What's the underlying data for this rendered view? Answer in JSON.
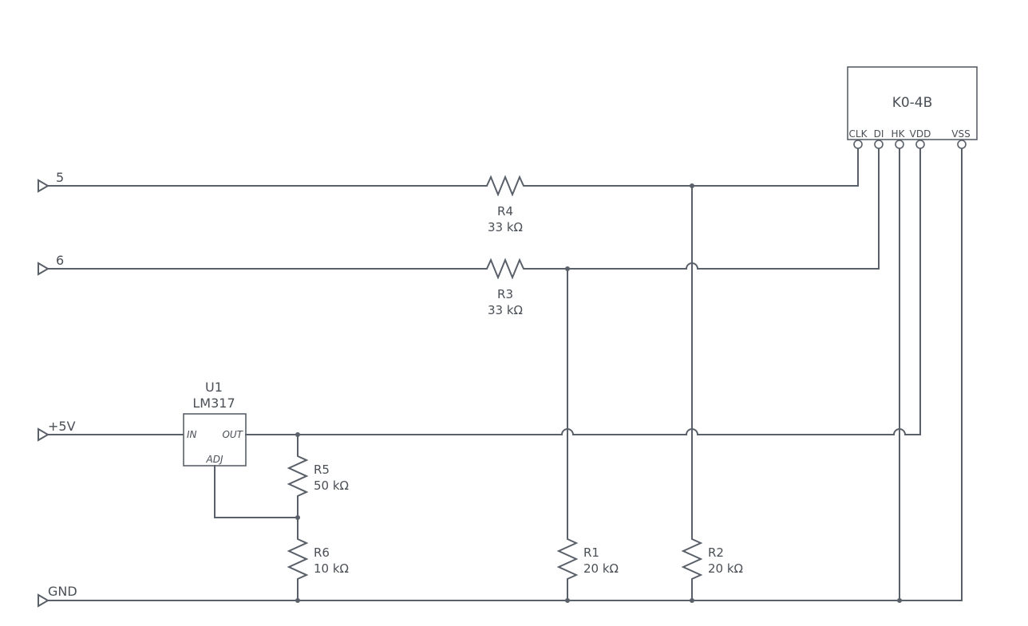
{
  "ports": {
    "p5": "5",
    "p6": "6",
    "p5v": "+5V",
    "gnd": "GND"
  },
  "module": {
    "name": "K0-4B",
    "pins": {
      "clk": "CLK",
      "di": "DI",
      "hk": "HK",
      "vdd": "VDD",
      "vss": "VSS"
    }
  },
  "regulator": {
    "ref": "U1",
    "part": "LM317",
    "pin_in": "IN",
    "pin_out": "OUT",
    "pin_adj": "ADJ"
  },
  "resistors": {
    "r1": {
      "ref": "R1",
      "value": "20 kΩ"
    },
    "r2": {
      "ref": "R2",
      "value": "20 kΩ"
    },
    "r3": {
      "ref": "R3",
      "value": "33 kΩ"
    },
    "r4": {
      "ref": "R4",
      "value": "33 kΩ"
    },
    "r5": {
      "ref": "R5",
      "value": "50 kΩ"
    },
    "r6": {
      "ref": "R6",
      "value": "10 kΩ"
    }
  }
}
